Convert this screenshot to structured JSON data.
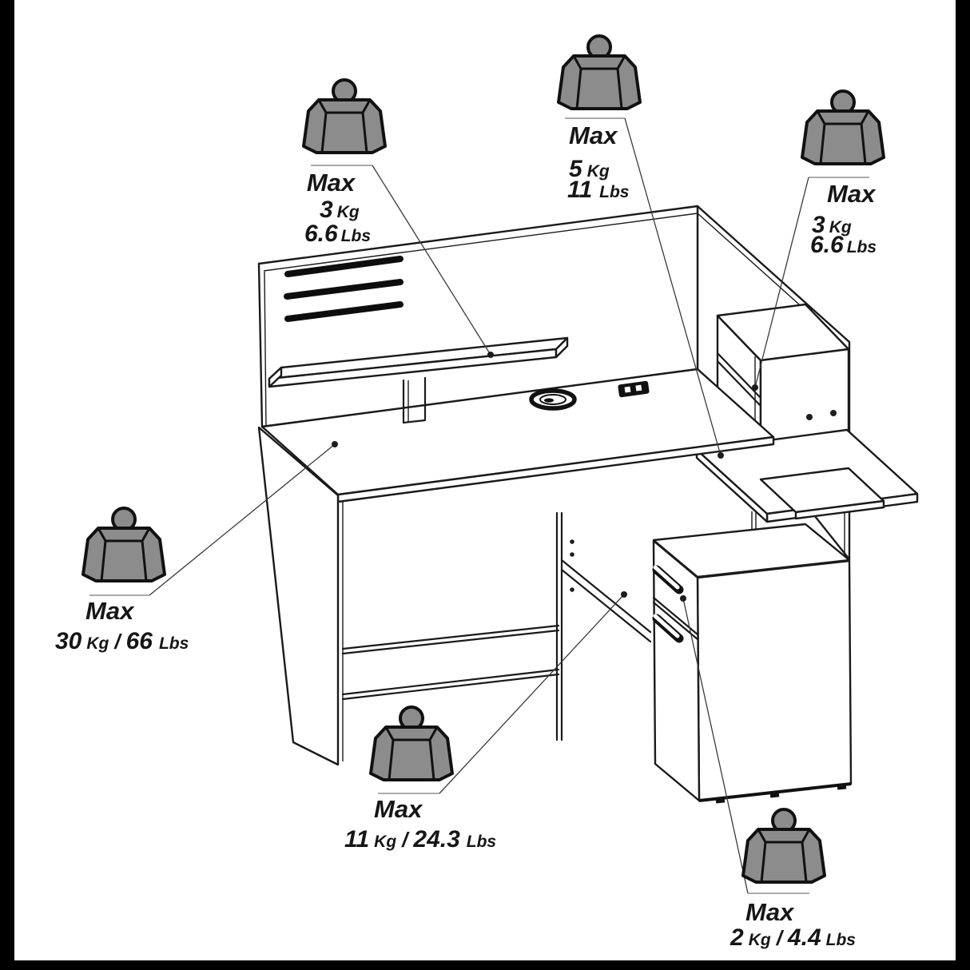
{
  "diagram_kind": "furniture-max-load-instruction-diagram",
  "colors": {
    "background": "#ffffff",
    "line": "#1a1a1a",
    "weight_icon_fill": "#8c8c8c",
    "weight_icon_outline": "#111111",
    "leader_line": "#3a3a3a",
    "edge_bars": "#000000"
  },
  "icons": [
    {
      "name": "weight-icon",
      "shape": "gray trapezoid kettle weight with round knob",
      "count": 6
    }
  ],
  "annotations": [
    {
      "id": "monitor-shelf",
      "max_label": "Max",
      "kg_value": "3",
      "kg_unit": "Kg",
      "lbs_value": "6.6",
      "lbs_unit": "Lbs",
      "layout": "stacked"
    },
    {
      "id": "return-desktop",
      "max_label": "Max",
      "kg_value": "5",
      "kg_unit": "Kg",
      "lbs_value": "11",
      "lbs_unit": "Lbs",
      "layout": "stacked"
    },
    {
      "id": "hutch-shelf",
      "max_label": "Max",
      "kg_value": "3",
      "kg_unit": "Kg",
      "lbs_value": "6.6",
      "lbs_unit": "Lbs",
      "layout": "stacked"
    },
    {
      "id": "main-desktop",
      "max_label": "Max",
      "kg_value": "30",
      "kg_unit": "Kg",
      "separator": "/",
      "lbs_value": "66",
      "lbs_unit": "Lbs",
      "layout": "inline"
    },
    {
      "id": "under-desk-shelf",
      "max_label": "Max",
      "kg_value": "11",
      "kg_unit": "Kg",
      "separator": "/",
      "lbs_value": "24.3",
      "lbs_unit": "Lbs",
      "layout": "inline"
    },
    {
      "id": "drawer-cabinet",
      "max_label": "Max",
      "kg_value": "2",
      "kg_unit": "Kg",
      "separator": "/",
      "lbs_value": "4.4",
      "lbs_unit": "Lbs",
      "layout": "inline"
    }
  ]
}
